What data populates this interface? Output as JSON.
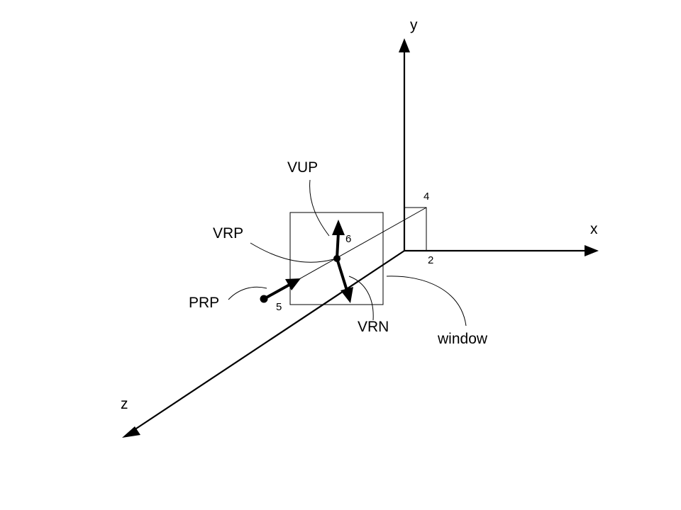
{
  "axes": {
    "x_label": "x",
    "y_label": "y",
    "z_label": "z"
  },
  "vectors": {
    "vup_label": "VUP",
    "vrp_label": "VRP",
    "prp_label": "PRP",
    "vrn_label": "VRN"
  },
  "window_label": "window",
  "coordinates": {
    "x_mark": "2",
    "y_mark": "4",
    "z_mark": "5",
    "up_mark": "6"
  }
}
